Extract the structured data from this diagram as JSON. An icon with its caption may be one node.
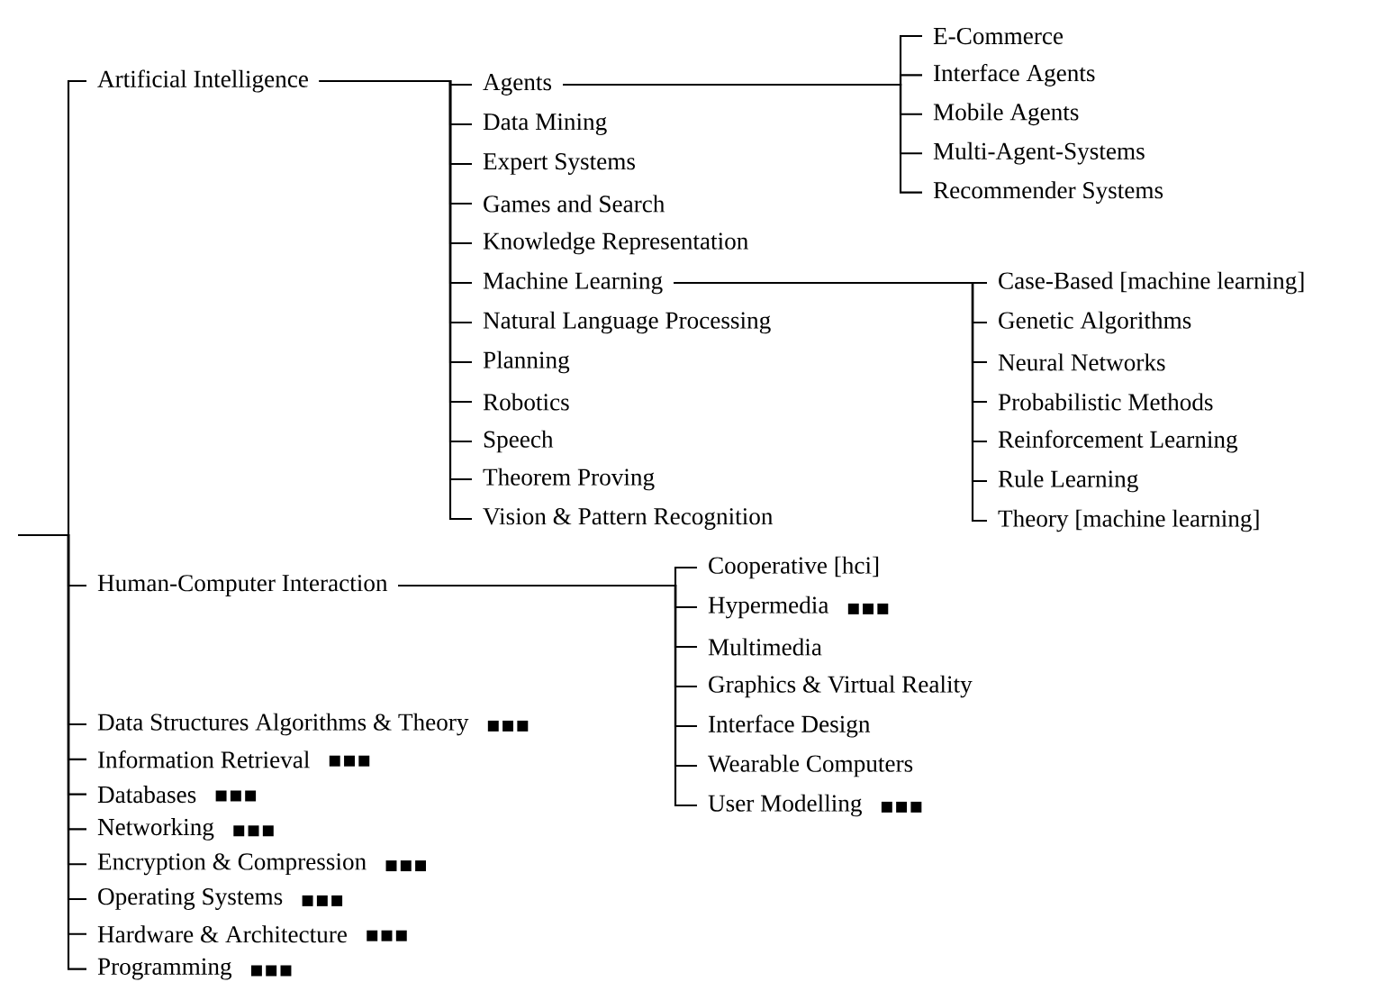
{
  "diagram": {
    "nodes": [
      {
        "text": [
          "Artificial Intelligence"
        ]
      },
      {
        "text": [
          "Agents"
        ]
      },
      {
        "text": [
          "Data Mining"
        ]
      },
      {
        "text": [
          "Expert Systems"
        ]
      },
      {
        "text": [
          "Games and Search"
        ]
      },
      {
        "text": [
          "Knowledge Representation"
        ]
      },
      {
        "text": [
          "Machine Learning"
        ]
      },
      {
        "text": [
          "Natural Language Processing"
        ]
      },
      {
        "text": [
          "Planning"
        ]
      },
      {
        "text": [
          "Robotics"
        ]
      },
      {
        "text": [
          "Speech"
        ]
      },
      {
        "text": [
          "Theorem Proving"
        ]
      },
      {
        "text": [
          "Vision & Pattern Recognition"
        ]
      },
      {
        "text": [
          "E-Commerce"
        ]
      },
      {
        "text": [
          "Interface Agents"
        ]
      },
      {
        "text": [
          "Mobile Agents"
        ]
      },
      {
        "text": [
          "Multi-Agent-Systems"
        ]
      },
      {
        "text": [
          "Recommender Systems"
        ]
      },
      {
        "text": [
          "Case-Based [machine learning]"
        ]
      },
      {
        "text": [
          "Genetic Algorithms"
        ]
      },
      {
        "text": [
          "Neural Networks"
        ]
      },
      {
        "text": [
          "Probabilistic Methods"
        ]
      },
      {
        "text": [
          "Reinforcement Learning"
        ]
      },
      {
        "text": [
          "Rule Learning"
        ]
      },
      {
        "text": [
          "Theory [machine learning]"
        ]
      },
      {
        "text": [
          "Human-Computer Interaction"
        ]
      },
      {
        "text": [
          "Cooperative [hci]"
        ]
      },
      {
        "text": [
          "Hypermedia"
        ],
        "beside": [
          "▪▪▪"
        ]
      },
      {
        "text": [
          "Multimedia"
        ]
      },
      {
        "text": [
          "Graphics & Virtual Reality"
        ]
      },
      {
        "text": [
          "Interface Design"
        ]
      },
      {
        "text": [
          "Wearable Computers"
        ]
      },
      {
        "text": [
          "User Modelling"
        ],
        "beside": [
          "▪▪▪"
        ]
      },
      {
        "text": [
          "Data Structures Algorithms & Theory"
        ],
        "beside": [
          "▪▪▪"
        ]
      },
      {
        "text": [
          "Information Retrieval"
        ],
        "beside": [
          "▪▪▪"
        ]
      },
      {
        "text": [
          "Databases"
        ],
        "beside": [
          "▪▪▪"
        ]
      },
      {
        "text": [
          "Networking"
        ],
        "beside": [
          "▪▪▪"
        ]
      },
      {
        "text": [
          "Encryption & Compression"
        ],
        "beside": [
          "▪▪▪"
        ]
      },
      {
        "text": [
          "Operating Systems"
        ],
        "beside": [
          "▪▪▪"
        ]
      },
      {
        "text": [
          "Hardware & Architecture"
        ],
        "beside": [
          "▪▪▪"
        ]
      },
      {
        "text": [
          "Programming"
        ],
        "beside": [
          "▪▪▪"
        ]
      }
    ],
    "edges": [
      {
        "from": null,
        "to": 0,
        "arrow": "none"
      },
      {
        "from": null,
        "to": 25,
        "arrow": "none"
      },
      {
        "from": null,
        "to": 33,
        "arrow": "none"
      },
      {
        "from": null,
        "to": 34,
        "arrow": "none"
      },
      {
        "from": null,
        "to": 35,
        "arrow": "none"
      },
      {
        "from": null,
        "to": 36,
        "arrow": "none"
      },
      {
        "from": null,
        "to": 37,
        "arrow": "none"
      },
      {
        "from": null,
        "to": 38,
        "arrow": "none"
      },
      {
        "from": null,
        "to": 39,
        "arrow": "none"
      },
      {
        "from": null,
        "to": 40,
        "arrow": "none"
      },
      {
        "from": 0,
        "to": 1,
        "arrow": "none"
      },
      {
        "from": 0,
        "to": 2,
        "arrow": "none"
      },
      {
        "from": 0,
        "to": 3,
        "arrow": "none"
      },
      {
        "from": 0,
        "to": 4,
        "arrow": "none"
      },
      {
        "from": 0,
        "to": 5,
        "arrow": "none"
      },
      {
        "from": 0,
        "to": 6,
        "arrow": "none"
      },
      {
        "from": 0,
        "to": 7,
        "arrow": "none"
      },
      {
        "from": 0,
        "to": 8,
        "arrow": "none"
      },
      {
        "from": 0,
        "to": 9,
        "arrow": "none"
      },
      {
        "from": 0,
        "to": 10,
        "arrow": "none"
      },
      {
        "from": 0,
        "to": 11,
        "arrow": "none"
      },
      {
        "from": 0,
        "to": 12,
        "arrow": "none"
      },
      {
        "from": 1,
        "to": 13,
        "arrow": "none"
      },
      {
        "from": 1,
        "to": 14,
        "arrow": "none"
      },
      {
        "from": 1,
        "to": 15,
        "arrow": "none"
      },
      {
        "from": 1,
        "to": 16,
        "arrow": "none"
      },
      {
        "from": 1,
        "to": 17,
        "arrow": "none"
      },
      {
        "from": 6,
        "to": 18,
        "arrow": "none"
      },
      {
        "from": 6,
        "to": 19,
        "arrow": "none"
      },
      {
        "from": 6,
        "to": 20,
        "arrow": "none"
      },
      {
        "from": 6,
        "to": 21,
        "arrow": "none"
      },
      {
        "from": 6,
        "to": 22,
        "arrow": "none"
      },
      {
        "from": 6,
        "to": 23,
        "arrow": "none"
      },
      {
        "from": 6,
        "to": 24,
        "arrow": "none"
      },
      {
        "from": 25,
        "to": 26,
        "arrow": "none"
      },
      {
        "from": 25,
        "to": 27,
        "arrow": "none"
      },
      {
        "from": 25,
        "to": 28,
        "arrow": "none"
      },
      {
        "from": 25,
        "to": 29,
        "arrow": "none"
      },
      {
        "from": 25,
        "to": 30,
        "arrow": "none"
      },
      {
        "from": 25,
        "to": 31,
        "arrow": "none"
      },
      {
        "from": 25,
        "to": 32,
        "arrow": "none"
      }
    ]
  }
}
